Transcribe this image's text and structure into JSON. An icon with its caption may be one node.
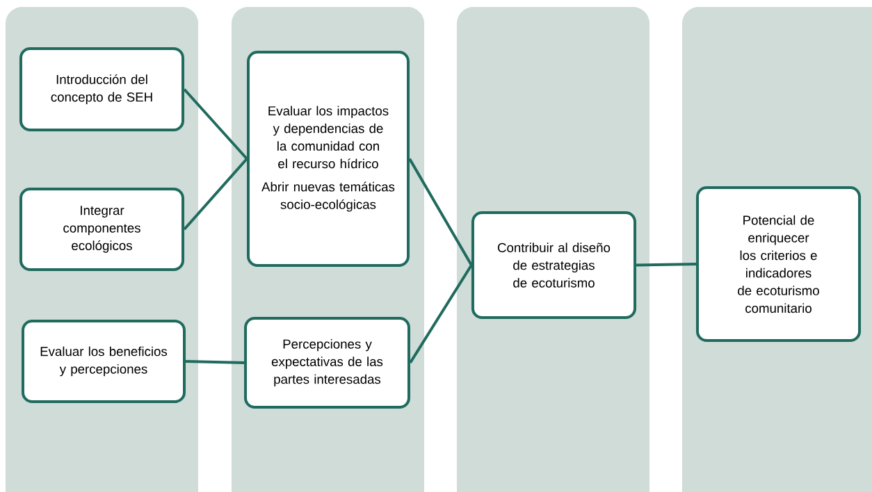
{
  "diagram": {
    "nodes": [
      {
        "text": [],
        "shape": "band"
      },
      {
        "text": [],
        "shape": "band"
      },
      {
        "text": [],
        "shape": "band"
      },
      {
        "text": [],
        "shape": "band"
      },
      {
        "text": [
          "Introducción del concepto de SEH"
        ],
        "in": 0
      },
      {
        "text": [
          "Integrar componentes ecológicos"
        ],
        "in": 0
      },
      {
        "text": [
          "Evaluar los beneficios y percepciones"
        ],
        "in": 0
      },
      {
        "text": [
          "Evaluar los impactos y dependencias de la comunidad con el recurso hídrico",
          "Abrir nuevas temáticas socio-ecológicas"
        ],
        "in": 1
      },
      {
        "text": [
          "Percepciones y expectativas de las partes interesadas"
        ],
        "in": 1
      },
      {
        "text": [
          "Contribuir al diseño de estrategias de ecoturismo"
        ],
        "in": 2
      },
      {
        "text": [
          "Potencial de enriquecer los criterios e indicadores de ecoturismo comunitario"
        ],
        "in": 3
      }
    ],
    "edges": [
      {
        "from": 4,
        "to": 7,
        "arrow": "none"
      },
      {
        "from": 5,
        "to": 7,
        "arrow": "none"
      },
      {
        "from": 6,
        "to": 8,
        "arrow": "none"
      },
      {
        "from": 7,
        "to": 9,
        "arrow": "none"
      },
      {
        "from": 8,
        "to": 9,
        "arrow": "none"
      },
      {
        "from": 9,
        "to": 10,
        "arrow": "none"
      }
    ]
  }
}
